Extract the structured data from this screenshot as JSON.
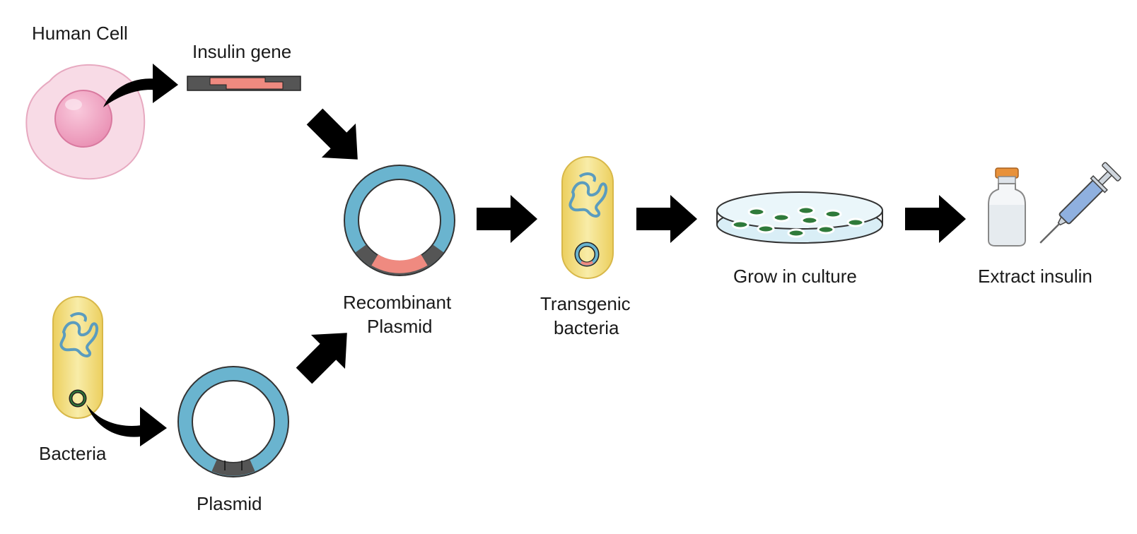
{
  "labels": {
    "human_cell": "Human Cell",
    "insulin_gene": "Insulin gene",
    "bacteria": "Bacteria",
    "plasmid": "Plasmid",
    "recombinant_line1": "Recombinant",
    "recombinant_line2": "Plasmid",
    "transgenic_line1": "Transgenic",
    "transgenic_line2": "bacteria",
    "grow": "Grow in culture",
    "extract": "Extract insulin"
  },
  "colors": {
    "cell_fill": "#f8dbe6",
    "nucleus": "#ef9fbd",
    "gene_pink": "#ef8a80",
    "gene_dark": "#555555",
    "plasmid_blue": "#6ab4cf",
    "bacteria_yellow": "#f3df8c",
    "dna_blue": "#5b9cbe",
    "arrow": "#000000",
    "colony_green": "#2f7a3a",
    "vial_cap": "#e8913a",
    "syringe_blue": "#8fb0df"
  }
}
